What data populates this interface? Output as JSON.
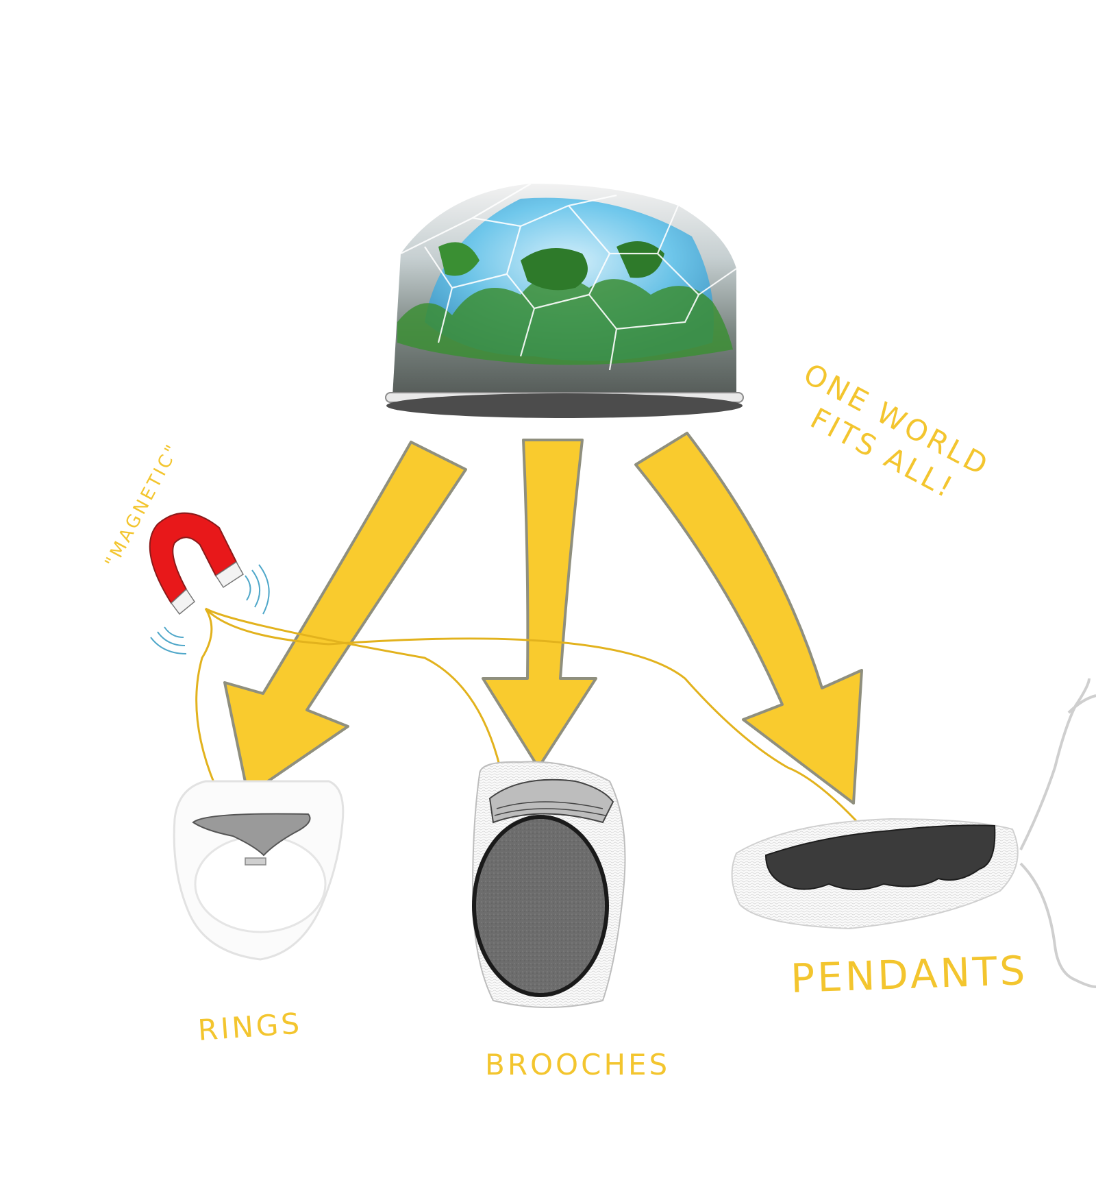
{
  "title_note": {
    "line1": "ONE WORLD",
    "line2": "FITS ALL!"
  },
  "magnet": {
    "label": "\"MAGNETIC\""
  },
  "categories": {
    "rings": "RINGS",
    "brooches": "BROOCHES",
    "pendants": "PENDANTS"
  },
  "colors": {
    "arrow_fill": "#f9cb2e",
    "arrow_outline": "#8f8f7e",
    "text_yellow": "#f3c52e",
    "magnet_red": "#e8181a",
    "wave_blue": "#4fa7c9",
    "insert_gray": "#6a6a6a"
  }
}
